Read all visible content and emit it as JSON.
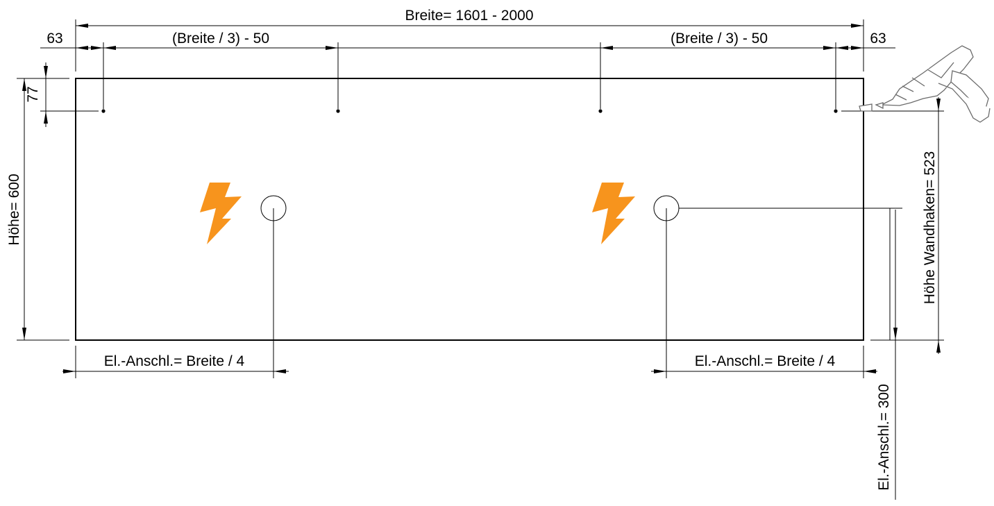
{
  "labels": {
    "total_width": "Breite=  1601 - 2000",
    "margin_left": "63",
    "margin_right": "63",
    "spacing_left": "(Breite / 3) - 50",
    "spacing_right": "(Breite / 3) - 50",
    "top_offset": "77",
    "height": "Höhe=  600",
    "hook_height": "Höhe Wandhaken=  523",
    "el_left": "El.-Anschl.=  Breite / 4",
    "el_right": "El.-Anschl.=  Breite / 4",
    "el_height": "El.-Anschl.=  300"
  },
  "colors": {
    "line": "#000000",
    "lightning": "#f7941d",
    "tool": "#6b6b6b"
  },
  "icons": {
    "power": "lightning-bolt-icon",
    "tool": "drill-icon"
  }
}
